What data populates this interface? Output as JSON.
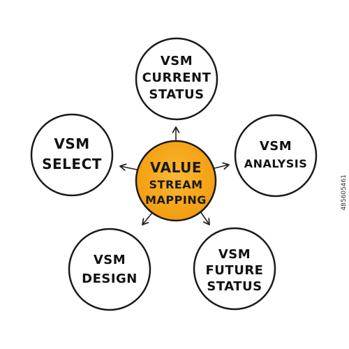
{
  "diagram": {
    "center": {
      "lines": [
        "VALUE",
        "STREAM",
        "MAPPING"
      ],
      "fill": "#F59E0B",
      "fill_light": "#FBB835"
    },
    "nodes": [
      {
        "id": "current-status",
        "lines": [
          "VSM",
          "CURRENT",
          "STATUS"
        ]
      },
      {
        "id": "analysis",
        "lines": [
          "VSM",
          "ANALYSIS"
        ]
      },
      {
        "id": "future-status",
        "lines": [
          "VSM",
          "FUTURE",
          "STATUS"
        ]
      },
      {
        "id": "design",
        "lines": [
          "VSM",
          "DESIGN"
        ]
      },
      {
        "id": "select",
        "lines": [
          "VSM",
          "SELECT"
        ]
      }
    ]
  },
  "stock_id": "485605461"
}
